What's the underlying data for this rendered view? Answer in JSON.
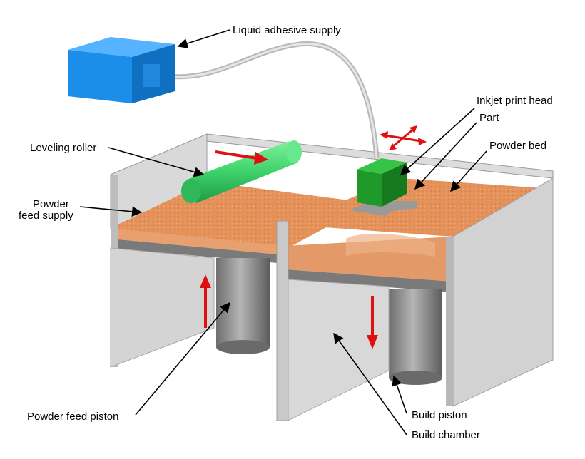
{
  "labels": {
    "liquid_adhesive_supply": "Liquid adhesive supply",
    "inkjet_print_head": "Inkjet print head",
    "part": "Part",
    "powder_bed": "Powder bed",
    "leveling_roller": "Leveling roller",
    "powder_feed_supply_line1": "Powder",
    "powder_feed_supply_line2": "feed supply",
    "powder_feed_piston": "Powder feed piston",
    "build_piston": "Build piston",
    "build_chamber": "Build chamber"
  },
  "colors": {
    "adhesive_box": "#1a8ee8",
    "print_head": "#1f9a2a",
    "roller": "#3dd26a",
    "powder": "#e4915a",
    "wall": "#cfcfcf",
    "piston": "#8a8a8a",
    "motion_arrow": "#e01010"
  }
}
